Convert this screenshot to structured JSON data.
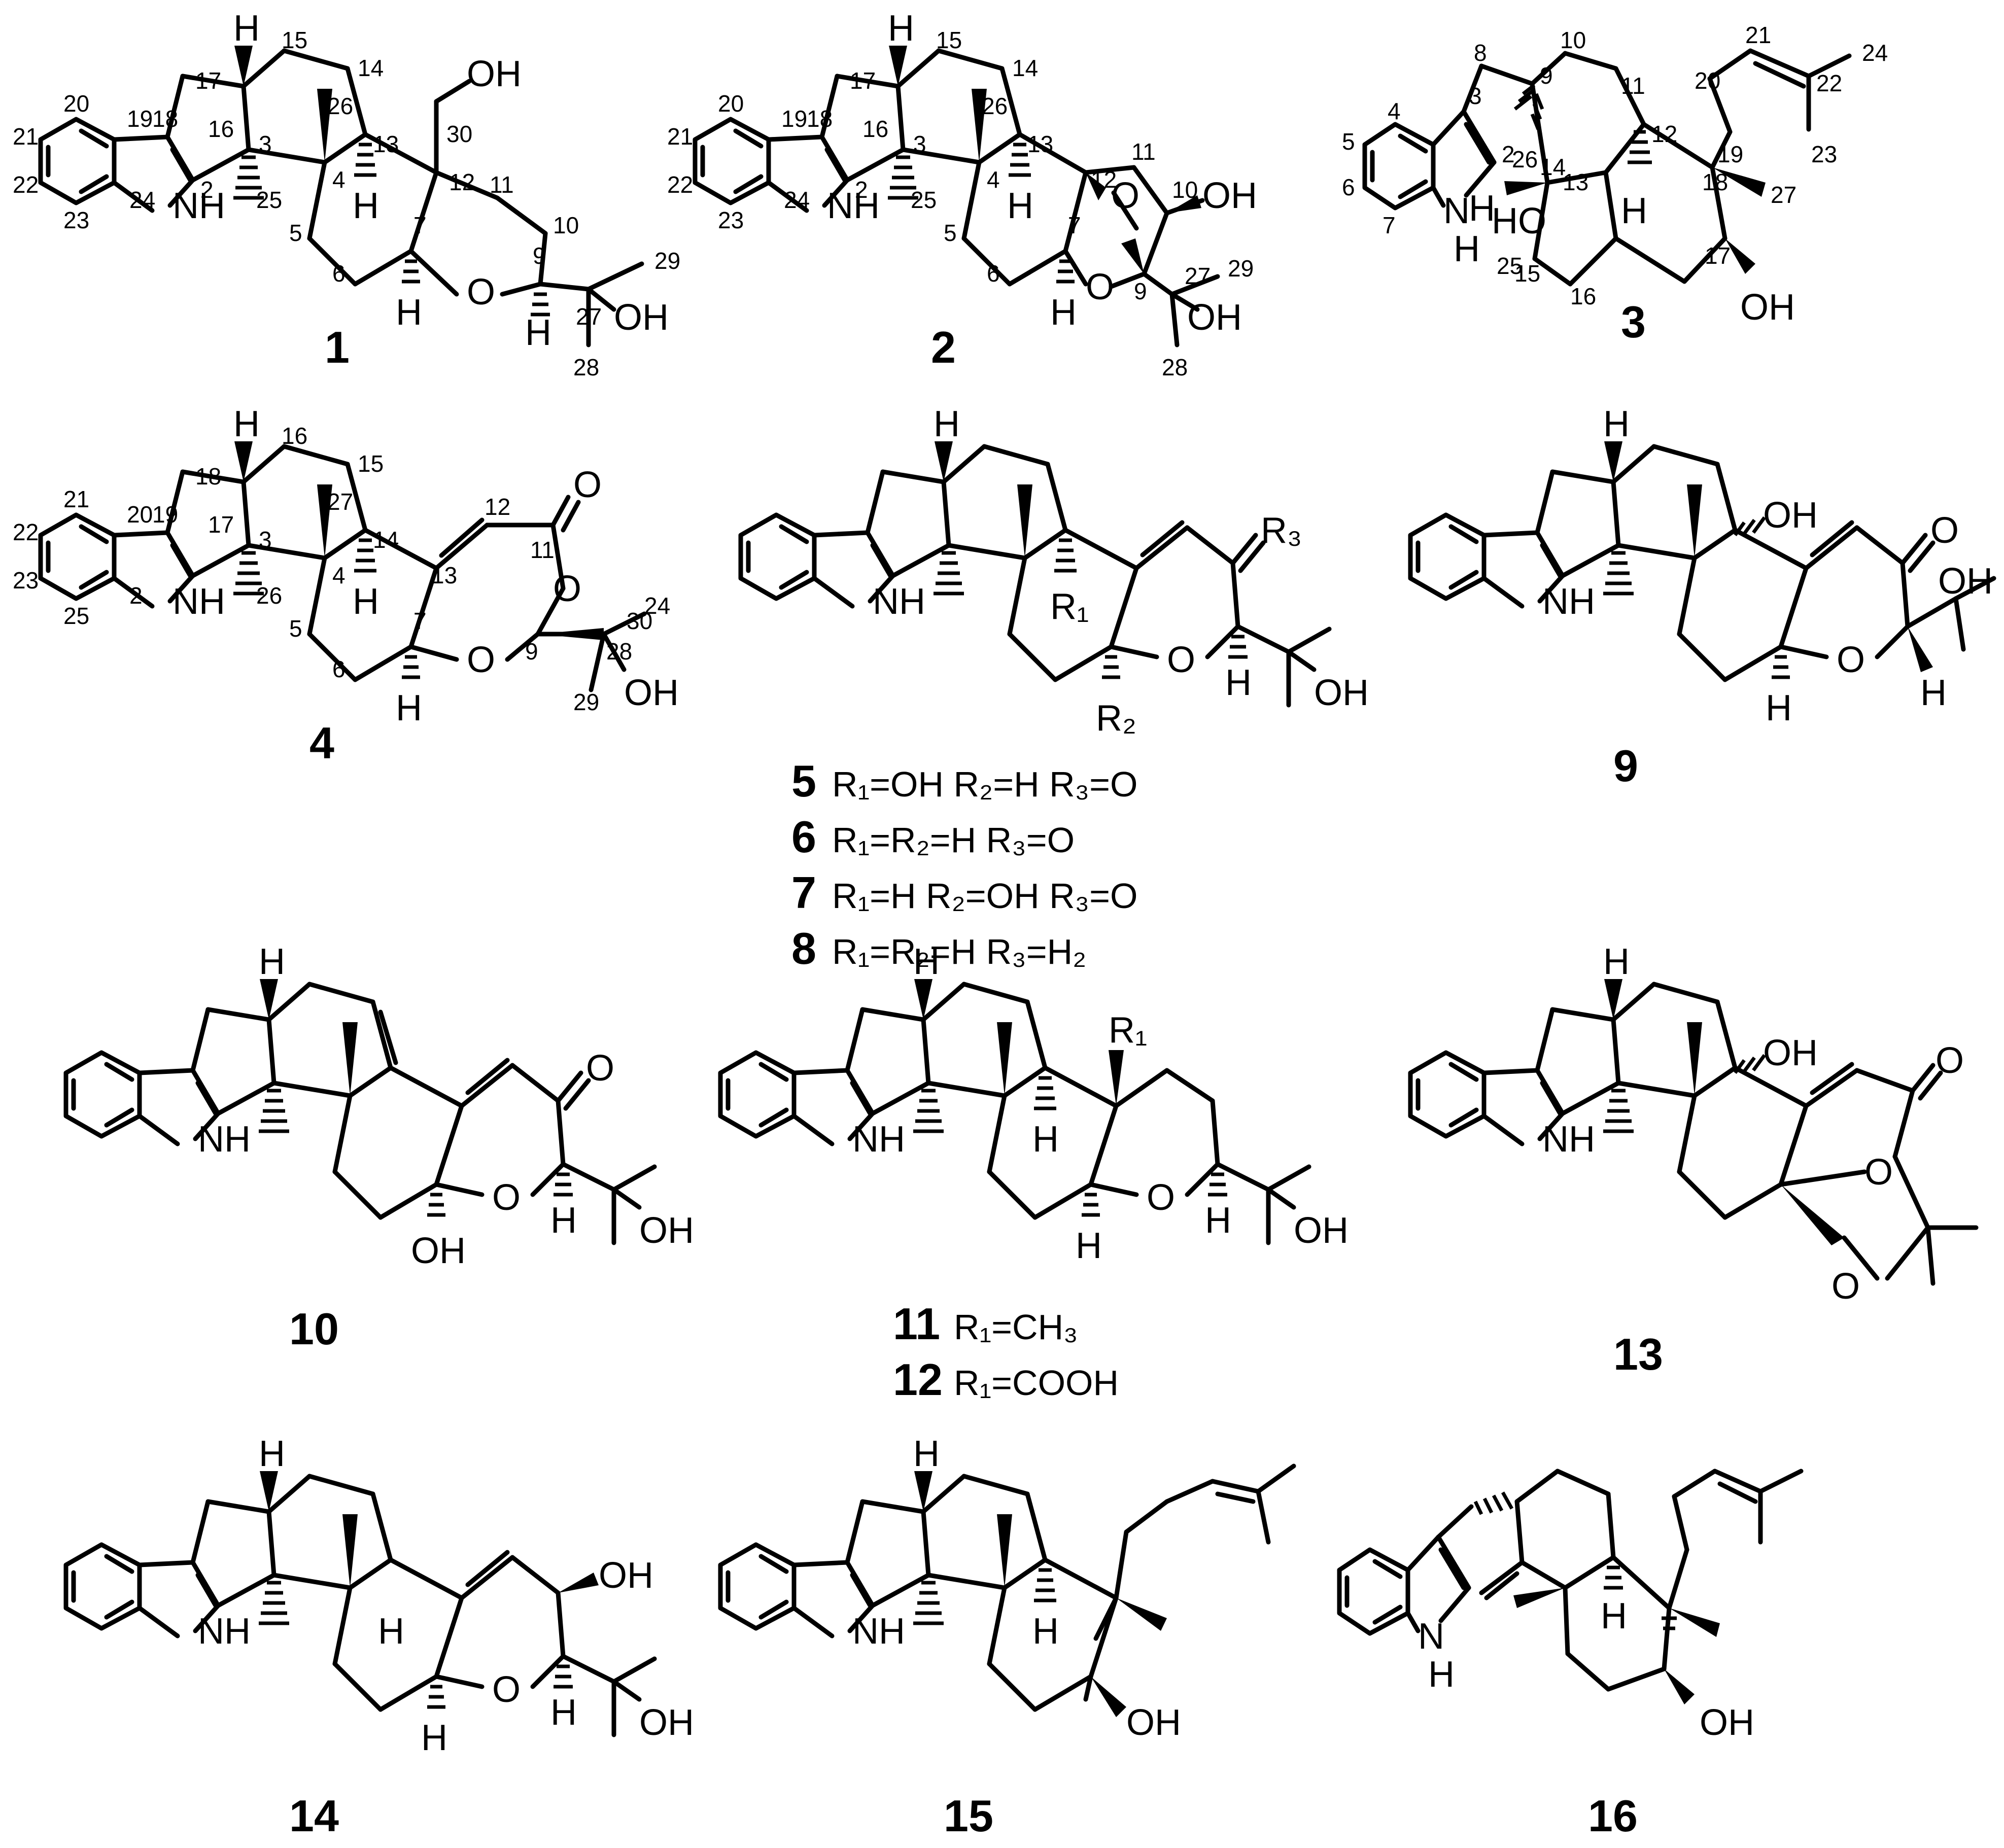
{
  "figure": {
    "background": "#ffffff",
    "ink": "#000000",
    "compounds": [
      {
        "id": "1"
      },
      {
        "id": "2"
      },
      {
        "id": "3"
      },
      {
        "id": "4"
      },
      {
        "id": "9"
      },
      {
        "id": "10"
      },
      {
        "id": "13"
      },
      {
        "id": "14"
      },
      {
        "id": "15"
      },
      {
        "id": "16"
      }
    ],
    "series_5_8": [
      {
        "id": "5",
        "text": "R₁=OH  R₂=H R₃=O"
      },
      {
        "id": "6",
        "text": "R₁=R₂=H R₃=O"
      },
      {
        "id": "7",
        "text": "R₁=H  R₂=OH R₃=O"
      },
      {
        "id": "8",
        "text": "R₁=R₂=H R₃=H₂"
      }
    ],
    "series_11_12": [
      {
        "id": "11",
        "text": "R₁=CH₃"
      },
      {
        "id": "12",
        "text": "R₁=COOH"
      }
    ],
    "atoms": {
      "H": "H",
      "NH": "NH",
      "N": "N",
      "O": "O",
      "OH": "OH",
      "HO": "HO",
      "R1": "R₁",
      "R2": "R₂",
      "R3": "R₃"
    },
    "numbering": {
      "c1": [
        "17",
        "16",
        "15",
        "14",
        "26",
        "13",
        "30",
        "20",
        "19",
        "18",
        "21",
        "3",
        "4",
        "12",
        "11",
        "10",
        "22",
        "24",
        "2",
        "23",
        "25",
        "5",
        "6",
        "7",
        "9",
        "27",
        "29",
        "28"
      ],
      "c2": [
        "17",
        "15",
        "14",
        "16",
        "26",
        "20",
        "19",
        "18",
        "3",
        "4",
        "13",
        "12",
        "11",
        "10",
        "21",
        "22",
        "24",
        "2",
        "25",
        "23",
        "5",
        "6",
        "7",
        "9",
        "27",
        "29",
        "28"
      ],
      "c3": [
        "8",
        "9",
        "10",
        "11",
        "21",
        "20",
        "24",
        "3",
        "4",
        "22",
        "5",
        "26",
        "14",
        "12",
        "19",
        "18",
        "23",
        "2",
        "13",
        "27",
        "6",
        "7",
        "25",
        "15",
        "16",
        "17"
      ],
      "c4": [
        "18",
        "17",
        "16",
        "15",
        "21",
        "20",
        "19",
        "27",
        "14",
        "13",
        "12",
        "11",
        "22",
        "3",
        "4",
        "23",
        "2",
        "25",
        "26",
        "5",
        "6",
        "7",
        "9",
        "30",
        "28",
        "24",
        "29"
      ]
    }
  }
}
